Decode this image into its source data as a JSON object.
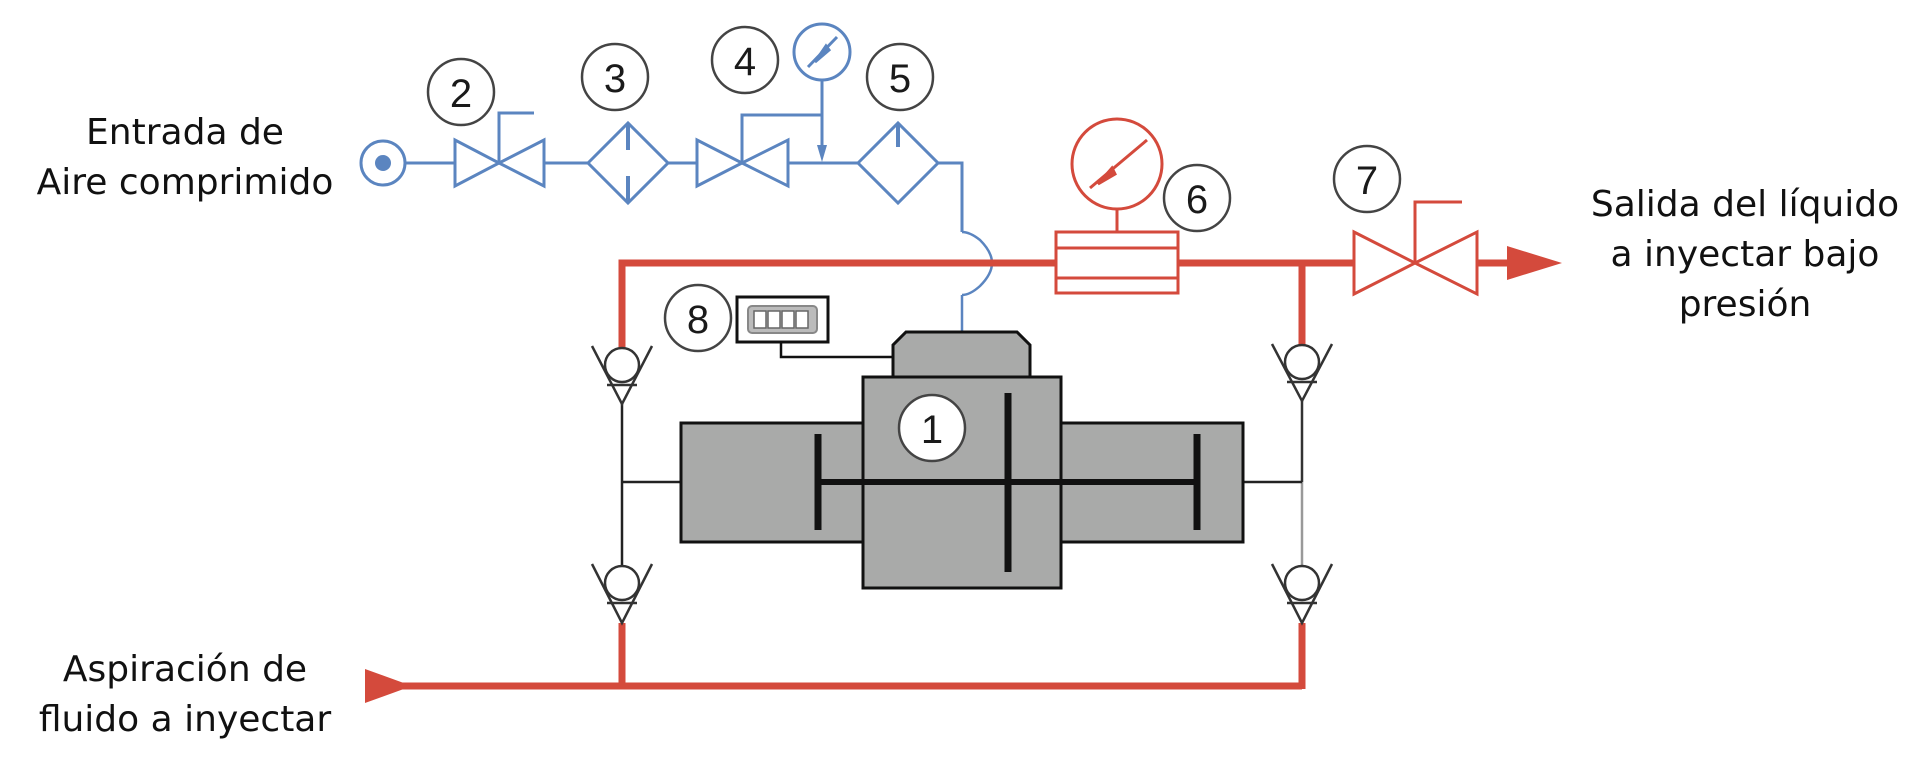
{
  "diagram": {
    "title": "",
    "colors": {
      "air": "#5b85c0",
      "liquid": "#d44a3c",
      "engine": "#a9aaa9",
      "outline": "#111111",
      "badge_stroke": "#333333"
    },
    "labels": {
      "air_inlet": [
        "Entrada de",
        "Aire comprimido"
      ],
      "liquid_outlet": [
        "Salida del líquido",
        "a inyectar bajo",
        "presión"
      ],
      "fluid_suction": [
        "Aspiración de",
        "fluido a inyectar"
      ]
    },
    "components": [
      {
        "number": "1",
        "name": "pump-motor"
      },
      {
        "number": "2",
        "name": "air-shutoff-valve"
      },
      {
        "number": "3",
        "name": "air-filter"
      },
      {
        "number": "4",
        "name": "air-pressure-regulator"
      },
      {
        "number": "5",
        "name": "air-lubricator"
      },
      {
        "number": "6",
        "name": "pulsation-damper-with-gauge"
      },
      {
        "number": "7",
        "name": "liquid-outlet-valve"
      },
      {
        "number": "8",
        "name": "stroke-counter"
      }
    ]
  }
}
